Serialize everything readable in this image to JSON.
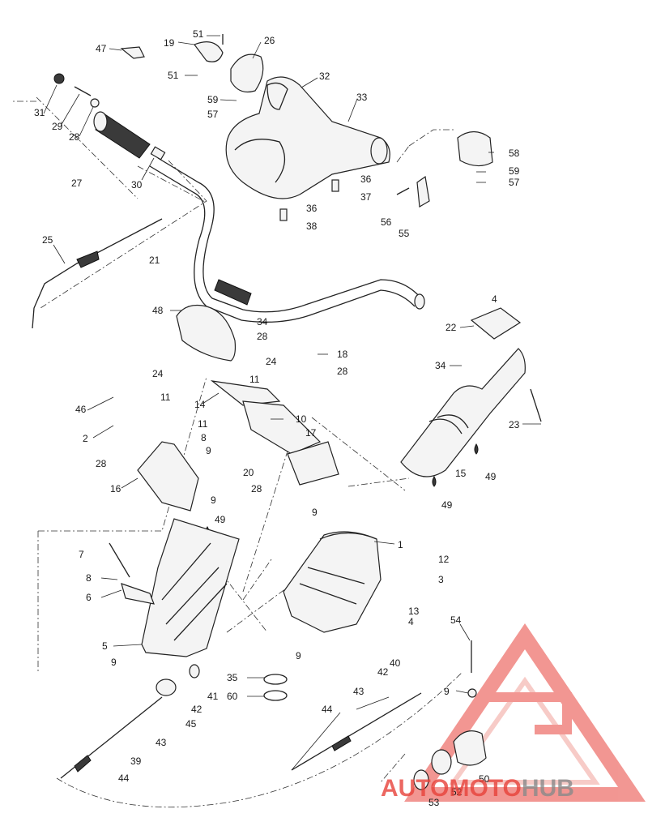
{
  "callouts": [
    {
      "id": "c-47",
      "text": "47"
    },
    {
      "id": "c-19",
      "text": "19"
    },
    {
      "id": "c-51a",
      "text": "51"
    },
    {
      "id": "c-26",
      "text": "26"
    },
    {
      "id": "c-51b",
      "text": "51"
    },
    {
      "id": "c-32",
      "text": "32"
    },
    {
      "id": "c-59a",
      "text": "59"
    },
    {
      "id": "c-57a",
      "text": "57"
    },
    {
      "id": "c-33",
      "text": "33"
    },
    {
      "id": "c-31",
      "text": "31"
    },
    {
      "id": "c-29",
      "text": "29"
    },
    {
      "id": "c-28a",
      "text": "28"
    },
    {
      "id": "c-27",
      "text": "27"
    },
    {
      "id": "c-30",
      "text": "30"
    },
    {
      "id": "c-58",
      "text": "58"
    },
    {
      "id": "c-59b",
      "text": "59"
    },
    {
      "id": "c-57b",
      "text": "57"
    },
    {
      "id": "c-36a",
      "text": "36"
    },
    {
      "id": "c-37",
      "text": "37"
    },
    {
      "id": "c-36b",
      "text": "36"
    },
    {
      "id": "c-38",
      "text": "38"
    },
    {
      "id": "c-56",
      "text": "56"
    },
    {
      "id": "c-55",
      "text": "55"
    },
    {
      "id": "c-25",
      "text": "25"
    },
    {
      "id": "c-21",
      "text": "21"
    },
    {
      "id": "c-4a",
      "text": "4"
    },
    {
      "id": "c-48",
      "text": "48"
    },
    {
      "id": "c-34a",
      "text": "34"
    },
    {
      "id": "c-28b",
      "text": "28"
    },
    {
      "id": "c-22",
      "text": "22"
    },
    {
      "id": "c-18",
      "text": "18"
    },
    {
      "id": "c-24a",
      "text": "24"
    },
    {
      "id": "c-28c",
      "text": "28"
    },
    {
      "id": "c-34b",
      "text": "34"
    },
    {
      "id": "c-11a",
      "text": "11"
    },
    {
      "id": "c-24b",
      "text": "24"
    },
    {
      "id": "c-11b",
      "text": "11"
    },
    {
      "id": "c-46",
      "text": "46"
    },
    {
      "id": "c-14",
      "text": "14"
    },
    {
      "id": "c-10",
      "text": "10"
    },
    {
      "id": "c-23",
      "text": "23"
    },
    {
      "id": "c-11c",
      "text": "11"
    },
    {
      "id": "c-2",
      "text": "2"
    },
    {
      "id": "c-8a",
      "text": "8"
    },
    {
      "id": "c-17",
      "text": "17"
    },
    {
      "id": "c-9a",
      "text": "9"
    },
    {
      "id": "c-28d",
      "text": "28"
    },
    {
      "id": "c-15",
      "text": "15"
    },
    {
      "id": "c-49a",
      "text": "49"
    },
    {
      "id": "c-16",
      "text": "16"
    },
    {
      "id": "c-20",
      "text": "20"
    },
    {
      "id": "c-28e",
      "text": "28"
    },
    {
      "id": "c-9b",
      "text": "9"
    },
    {
      "id": "c-9c",
      "text": "9"
    },
    {
      "id": "c-49b",
      "text": "49"
    },
    {
      "id": "c-49c",
      "text": "49"
    },
    {
      "id": "c-1",
      "text": "1"
    },
    {
      "id": "c-7",
      "text": "7"
    },
    {
      "id": "c-12",
      "text": "12"
    },
    {
      "id": "c-3",
      "text": "3"
    },
    {
      "id": "c-8b",
      "text": "8"
    },
    {
      "id": "c-6",
      "text": "6"
    },
    {
      "id": "c-13",
      "text": "13"
    },
    {
      "id": "c-4b",
      "text": "4"
    },
    {
      "id": "c-5",
      "text": "5"
    },
    {
      "id": "c-54",
      "text": "54"
    },
    {
      "id": "c-9d",
      "text": "9"
    },
    {
      "id": "c-9e",
      "text": "9"
    },
    {
      "id": "c-40",
      "text": "40"
    },
    {
      "id": "c-35",
      "text": "35"
    },
    {
      "id": "c-41",
      "text": "41"
    },
    {
      "id": "c-42a",
      "text": "42"
    },
    {
      "id": "c-9f",
      "text": "9"
    },
    {
      "id": "c-60",
      "text": "60"
    },
    {
      "id": "c-43a",
      "text": "43"
    },
    {
      "id": "c-42b",
      "text": "42"
    },
    {
      "id": "c-45",
      "text": "45"
    },
    {
      "id": "c-44a",
      "text": "44"
    },
    {
      "id": "c-43b",
      "text": "43"
    },
    {
      "id": "c-39",
      "text": "39"
    },
    {
      "id": "c-44b",
      "text": "44"
    },
    {
      "id": "c-50",
      "text": "50"
    },
    {
      "id": "c-52",
      "text": "52"
    },
    {
      "id": "c-53",
      "text": "53"
    }
  ],
  "watermark": {
    "part1": "AUTO",
    "part2": "MOTO",
    "part3": "HUB",
    "colors": {
      "red": "#e8423a",
      "gray": "#8a8a8a",
      "redlight": "#f2a19b"
    }
  }
}
